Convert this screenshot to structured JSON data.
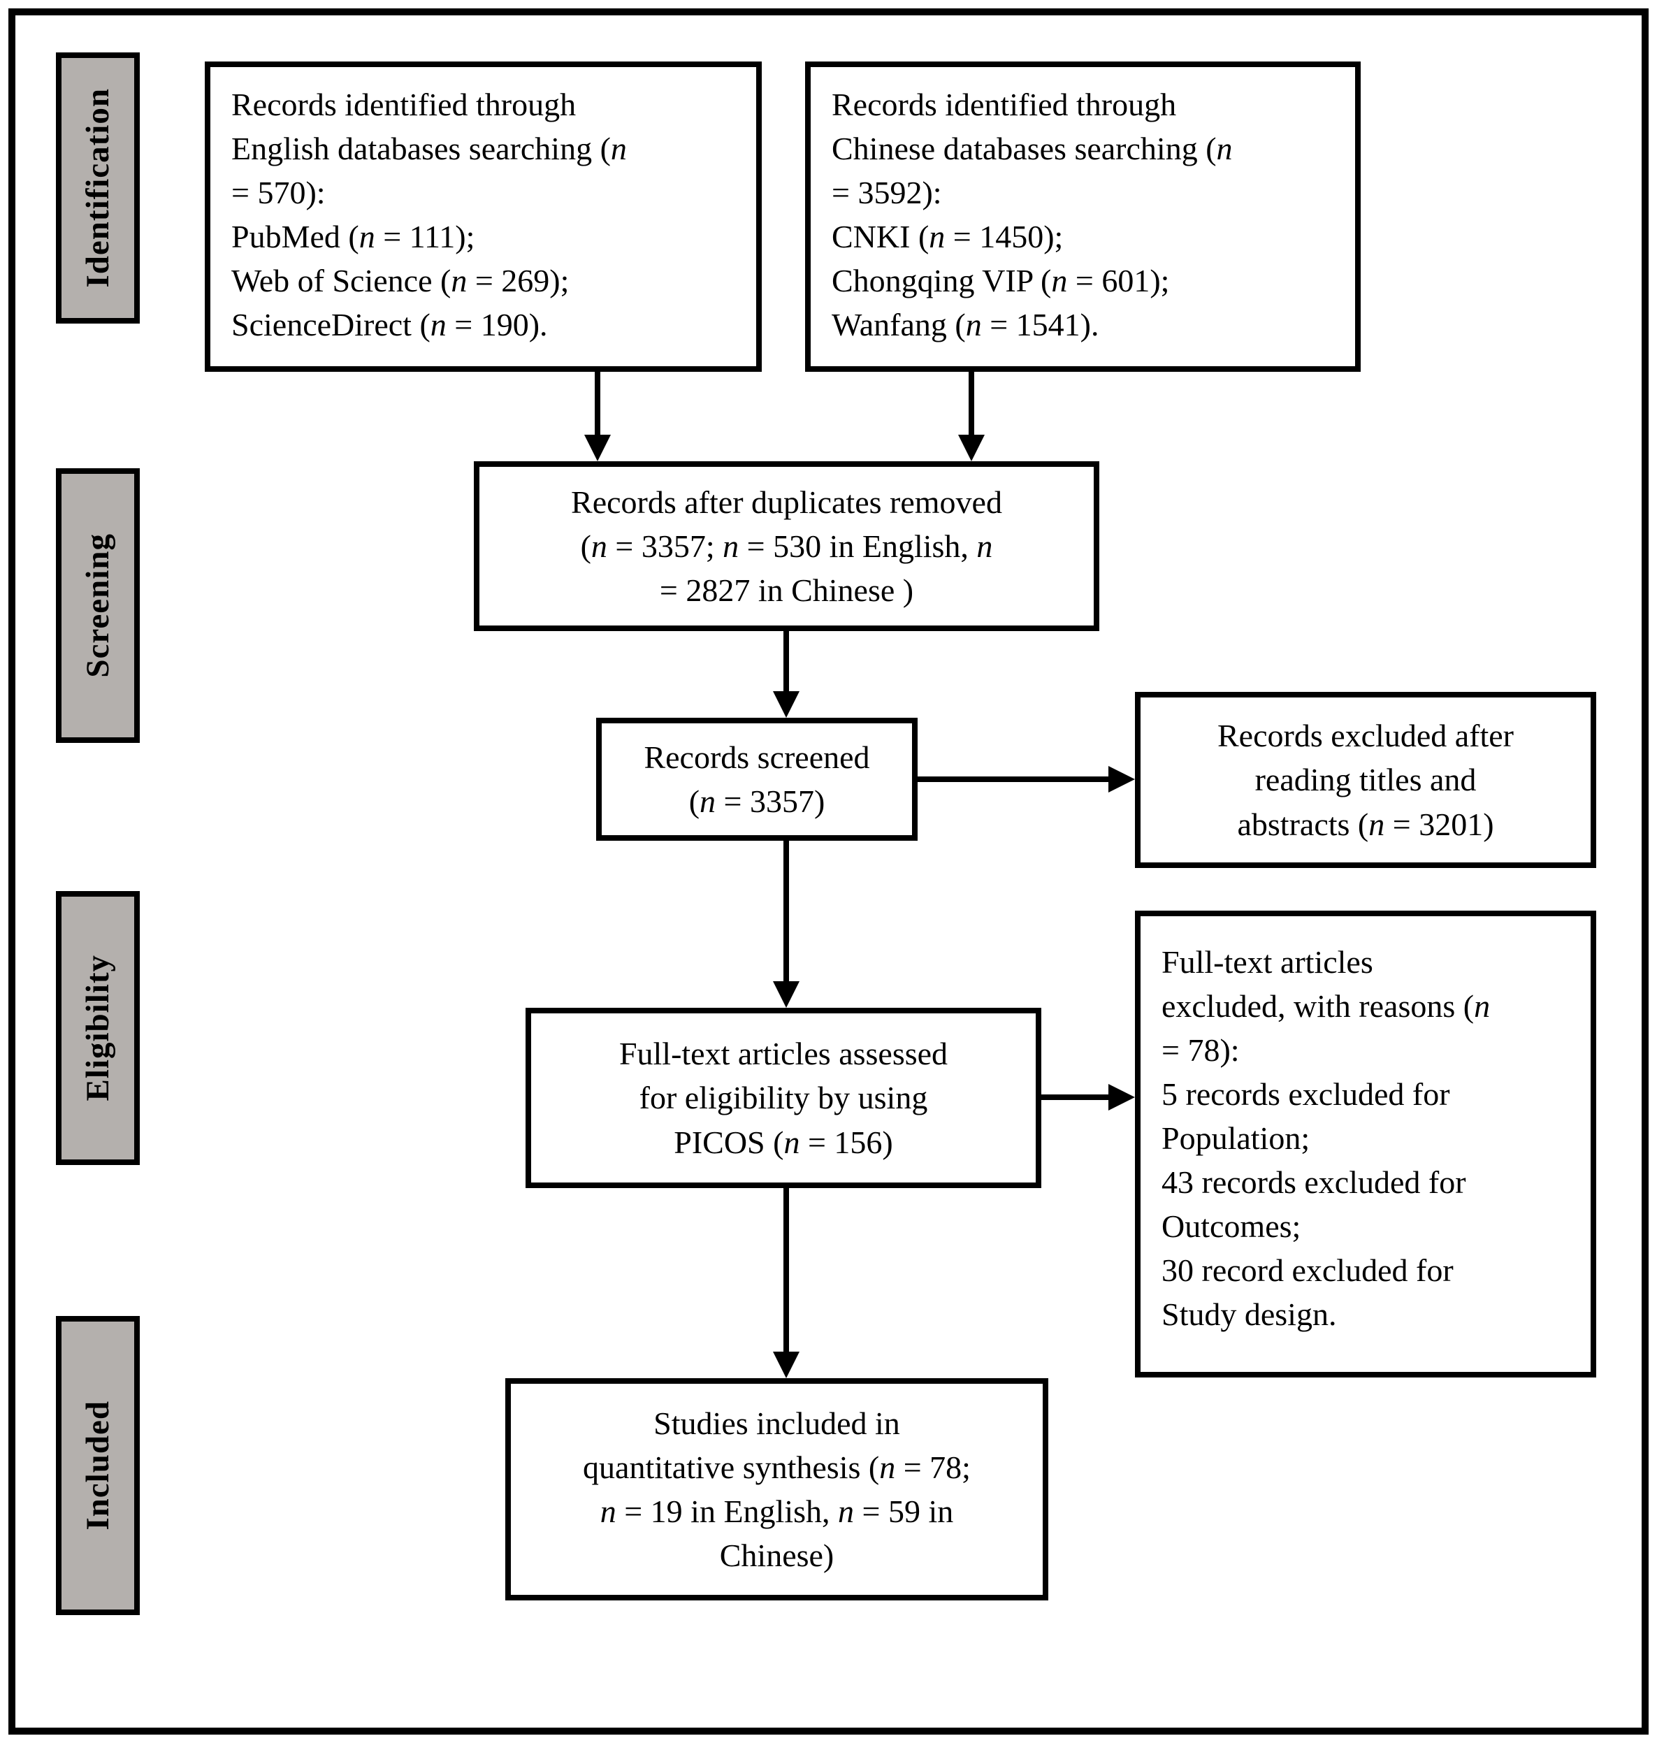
{
  "diagram": {
    "stages": [
      {
        "label": "Identification"
      },
      {
        "label": "Screening"
      },
      {
        "label": "Eligibility"
      },
      {
        "label": "Included"
      }
    ],
    "boxes": {
      "english_records": {
        "lines": [
          "Records identified through",
          "English databases searching (n",
          "= 570):",
          "PubMed (n = 111);",
          "Web of Science (n = 269);",
          "ScienceDirect (n = 190)."
        ]
      },
      "chinese_records": {
        "lines": [
          "Records identified through",
          "Chinese databases searching (n",
          "= 3592):",
          "CNKI (n = 1450);",
          "Chongqing VIP (n = 601);",
          "Wanfang (n = 1541)."
        ]
      },
      "after_duplicates": {
        "lines": [
          "Records after duplicates removed",
          "(n = 3357; n = 530 in English, n",
          "= 2827 in Chinese )"
        ]
      },
      "records_screened": {
        "lines": [
          "Records screened",
          "(n = 3357)"
        ]
      },
      "excluded_titles_abstracts": {
        "lines": [
          "Records excluded after",
          "reading titles and",
          "abstracts (n = 3201)"
        ]
      },
      "fulltext_assessed": {
        "lines": [
          "Full-text articles assessed",
          "for eligibility by using",
          "PICOS (n = 156)"
        ]
      },
      "fulltext_excluded": {
        "lines": [
          "Full-text articles",
          "excluded, with reasons (n",
          "= 78):",
          "5 records excluded for",
          "Population;",
          "43 records excluded for",
          "Outcomes;",
          "30 record excluded for",
          "Study design."
        ]
      },
      "studies_included": {
        "lines": [
          "Studies included in",
          "quantitative synthesis (n = 78;",
          "n = 19 in English, n = 59 in",
          "Chinese)"
        ]
      }
    },
    "colors": {
      "stage_fill": "#b4b0ad",
      "border": "#000000",
      "background": "#ffffff"
    }
  }
}
